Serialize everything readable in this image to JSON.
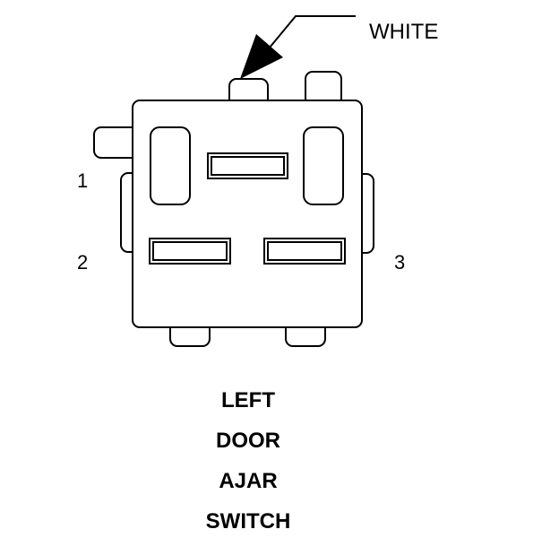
{
  "connector": {
    "wire_color_label": "WHITE",
    "pins": [
      {
        "number": "1"
      },
      {
        "number": "2"
      },
      {
        "number": "3"
      }
    ]
  },
  "title_lines": [
    "LEFT",
    "DOOR",
    "AJAR",
    "SWITCH"
  ],
  "colors": {
    "line": "#000000",
    "background": "#ffffff"
  }
}
